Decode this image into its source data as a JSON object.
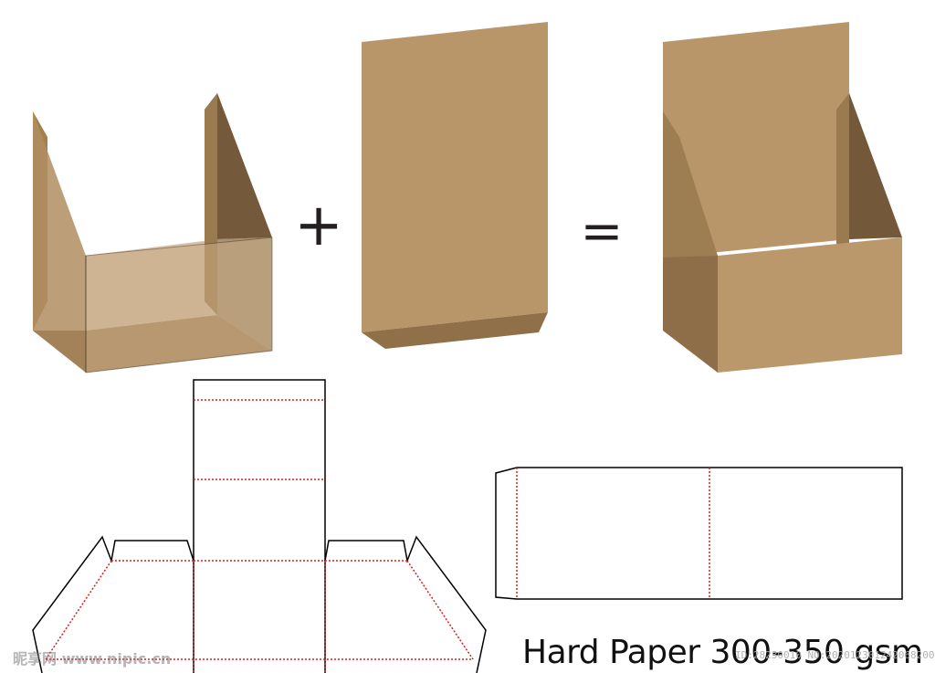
{
  "operators": {
    "plus": "+",
    "equals": "="
  },
  "caption": "Hard Paper 300-350 gsm",
  "watermark": {
    "site": "昵享网 www.nipic.cn",
    "id": "ID:28230010 NO:20201230124206820084"
  },
  "colors": {
    "kraft_light": "#b9956a",
    "kraft_mid": "#a6845a",
    "kraft_dark": "#73583a",
    "kraft_shadow": "#8a6d49",
    "die_line": "#000000",
    "fold_line": "#e21b1b"
  }
}
